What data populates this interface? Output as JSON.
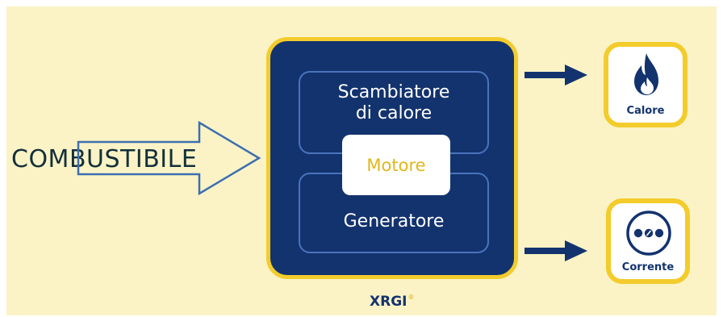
{
  "input": {
    "label": "COMBUSTIBILE"
  },
  "system": {
    "heat_exchanger": "Scambiatore\ndi calore",
    "engine": "Motore",
    "generator": "Generatore",
    "brand": "XRGI",
    "brand_mark": "®"
  },
  "outputs": [
    {
      "label": "Calore",
      "icon": "flame-icon"
    },
    {
      "label": "Corrente",
      "icon": "power-socket-icon"
    }
  ],
  "colors": {
    "background": "#fbf3c6",
    "navy": "#13336e",
    "yellow": "#f3cc2c",
    "arrow_outline": "#3d6fb0",
    "text_dark": "#13303a"
  }
}
